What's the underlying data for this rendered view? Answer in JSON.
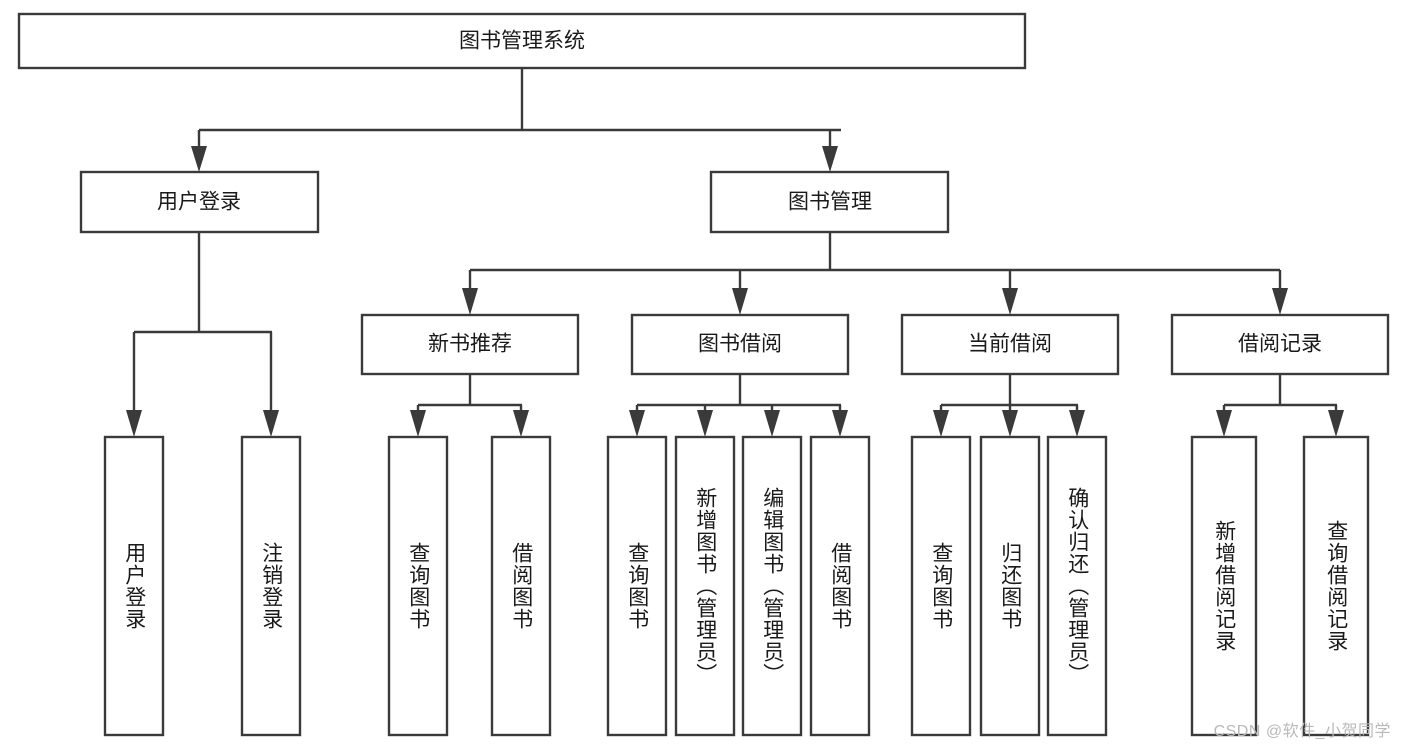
{
  "diagram": {
    "type": "tree-hierarchy-chart",
    "title": "图书管理系统",
    "orientation": "top-down",
    "colors": {
      "box_stroke": "#3a3a3a",
      "box_fill": "#ffffff",
      "connector": "#3a3a3a",
      "text": "#1a1a1a",
      "background": "#ffffff",
      "watermark": "#b9b9b9"
    },
    "levels": {
      "root": {
        "label": "图书管理系统"
      },
      "level2": [
        {
          "label": "用户登录"
        },
        {
          "label": "图书管理"
        }
      ],
      "level3": [
        {
          "label": "新书推荐"
        },
        {
          "label": "图书借阅"
        },
        {
          "label": "当前借阅"
        },
        {
          "label": "借阅记录"
        }
      ],
      "leaves_user_login": [
        {
          "label": "用户登录"
        },
        {
          "label": "注销登录"
        }
      ],
      "leaves_new_book": [
        {
          "label": "查询图书"
        },
        {
          "label": "借阅图书"
        }
      ],
      "leaves_borrow": [
        {
          "label": "查询图书"
        },
        {
          "label": "新增图书（管理员）"
        },
        {
          "label": "编辑图书（管理员）"
        },
        {
          "label": "借阅图书"
        }
      ],
      "leaves_current": [
        {
          "label": "查询图书"
        },
        {
          "label": "归还图书"
        },
        {
          "label": "确认归还（管理员）"
        }
      ],
      "leaves_record": [
        {
          "label": "新增借阅记录"
        },
        {
          "label": "查询借阅记录"
        }
      ]
    }
  },
  "watermark": {
    "text": "CSDN @软件_小贺同学"
  }
}
